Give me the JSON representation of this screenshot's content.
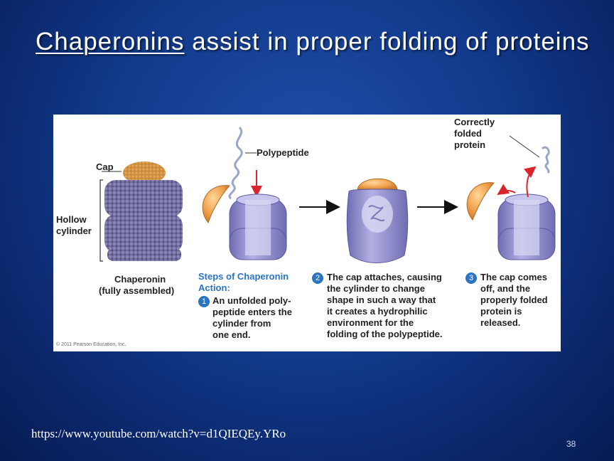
{
  "slide": {
    "title_highlight": "Chaperonins",
    "title_rest": " assist in proper folding of proteins",
    "url": "https://www.youtube.com/watch?v=d1QIEQEy.YRo",
    "page_number": "38"
  },
  "figure": {
    "label_cap": "Cap",
    "label_hollow_cylinder_1": "Hollow",
    "label_hollow_cylinder_2": "cylinder",
    "label_chaperonin_1": "Chaperonin",
    "label_chaperonin_2": "(fully assembled)",
    "label_polypeptide": "Polypeptide",
    "label_correct_1": "Correctly",
    "label_correct_2": "folded",
    "label_correct_3": "protein",
    "steps_heading_1": "Steps of Chaperonin",
    "steps_heading_2": "Action:",
    "step1_number": "1",
    "step1_lines": [
      "An unfolded poly-",
      "peptide enters the",
      "cylinder from",
      "one end."
    ],
    "step2_number": "2",
    "step2_lines": [
      "The cap attaches, causing",
      "the cylinder to change",
      "shape in such a way that",
      "it creates a hydrophilic",
      "environment for the",
      "folding of the polypeptide."
    ],
    "step3_number": "3",
    "step3_lines": [
      "The cap comes",
      "off, and the",
      "properly folded",
      "protein is",
      "released."
    ],
    "copyright": "© 2011 Pearson Education, Inc."
  },
  "colors": {
    "cap_orange": "#f0a04b",
    "cylinder_purple": "#8c89c9",
    "step_blue": "#2a74c2",
    "arrow_red": "#d8262c"
  }
}
